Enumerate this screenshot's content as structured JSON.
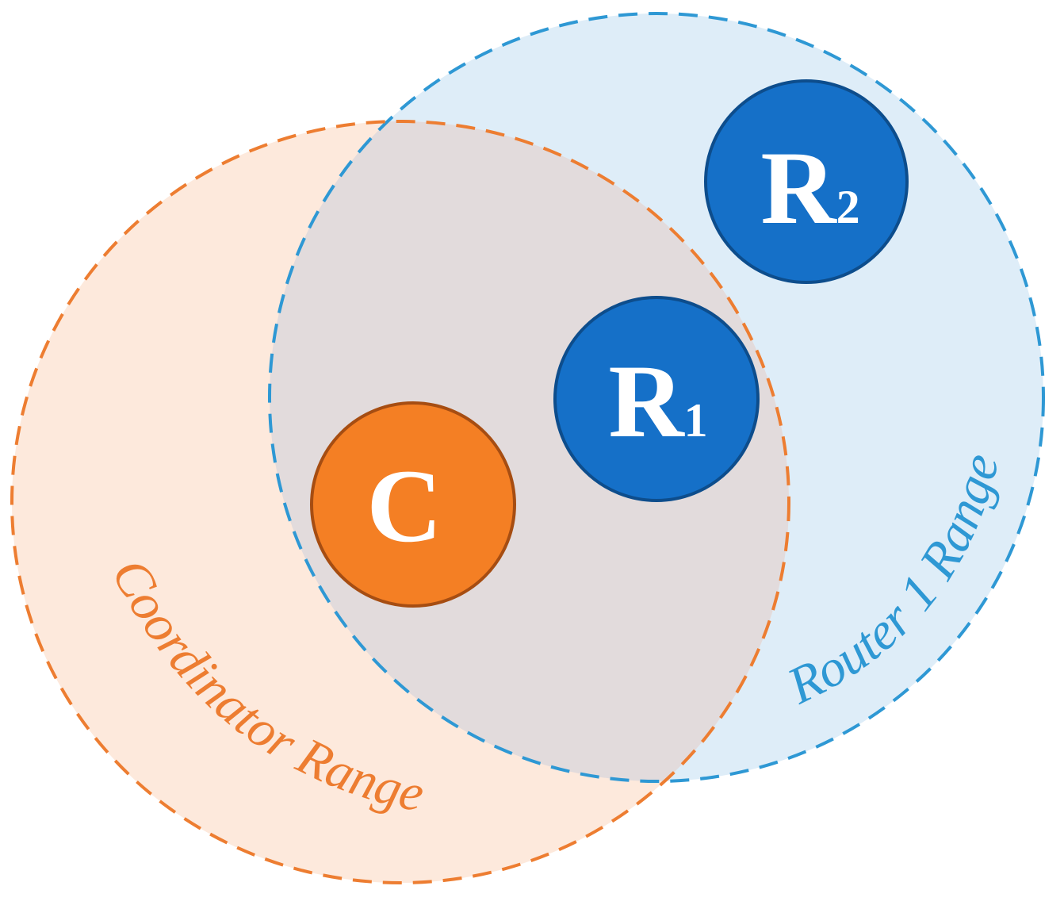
{
  "diagram": {
    "coordinator_range": {
      "label": "Coordinator Range",
      "stroke_color": "#ed7d31",
      "fill_color": "#fde9dc"
    },
    "router1_range": {
      "label": "Router 1 Range",
      "stroke_color": "#2e98d4",
      "fill_color": "#deedf8"
    },
    "overlap_fill_color": "#e2dbdc",
    "nodes": {
      "coordinator": {
        "letter": "C",
        "subscript": "",
        "color": "#f47f24"
      },
      "router1": {
        "letter": "R",
        "subscript": "1",
        "color": "#1570c8"
      },
      "router2": {
        "letter": "R",
        "subscript": "2",
        "color": "#1570c8"
      }
    }
  }
}
